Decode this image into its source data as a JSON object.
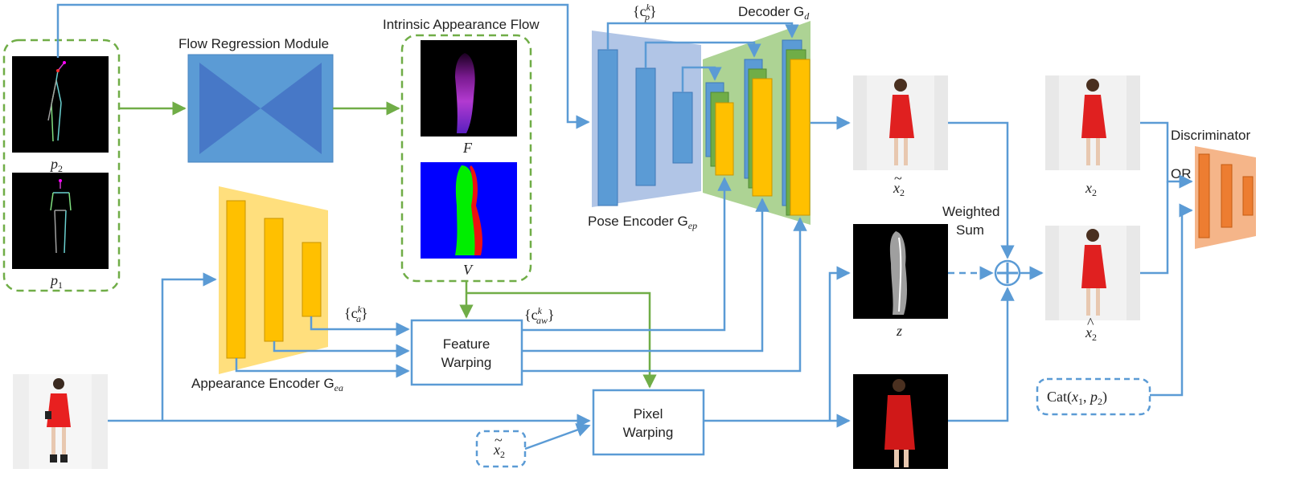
{
  "labels": {
    "flow_regression_module": "Flow Regression Module",
    "intrinsic_appearance_flow": "Intrinsic Appearance Flow",
    "decoder": "Decoder G",
    "decoder_sub": "d",
    "pose_encoder": "Pose Encoder G",
    "pose_encoder_sub": "ep",
    "appearance_encoder": "Appearance Encoder G",
    "appearance_encoder_sub": "ea",
    "feature_warping_1": "Feature",
    "feature_warping_2": "Warping",
    "pixel_warping_1": "Pixel",
    "pixel_warping_2": "Warping",
    "weighted_sum_1": "Weighted",
    "weighted_sum_2": "Sum",
    "discriminator": "Discriminator",
    "or": "OR",
    "p2": "p",
    "p2_sub": "2",
    "p1": "p",
    "p1_sub": "1",
    "F": "F",
    "V": "V",
    "cp": "{c",
    "cp_sup": "k",
    "cp_sub": "p",
    "ca": "{c",
    "ca_sup": "k",
    "ca_sub": "a",
    "caw": "{c",
    "caw_sup": "k",
    "caw_sub": "aw",
    "x2_tilde": "x",
    "x2_tilde_sub": "2",
    "x2": "x",
    "x2_sub": "2",
    "x2_hat": "x",
    "x2_hat_sub": "2",
    "z": "z",
    "x2_tilde_input": "x",
    "x2_tilde_input_sub": "2",
    "cat": "Cat(",
    "cat_args": "x",
    "cat_x_sub": "1",
    "cat_p": "p",
    "cat_p_sub": "2"
  },
  "colors": {
    "arrow_blue": "#5b9bd5",
    "arrow_green": "#70ad47",
    "dash_green": "#70ad47",
    "encoder_blue": "#a9bfe3",
    "block_blue": "#5b9bd5",
    "decoder_green": "#a9d18e",
    "block_green": "#70ad47",
    "block_yellow": "#ffc000",
    "appearance_bg": "#ffd966",
    "discriminator_bg": "#f4b183",
    "discriminator_block": "#ed7d31",
    "flow_module": "#5b9bd5",
    "flow_module_dark": "#4472c4",
    "flow_color_V": "#0000ff"
  }
}
